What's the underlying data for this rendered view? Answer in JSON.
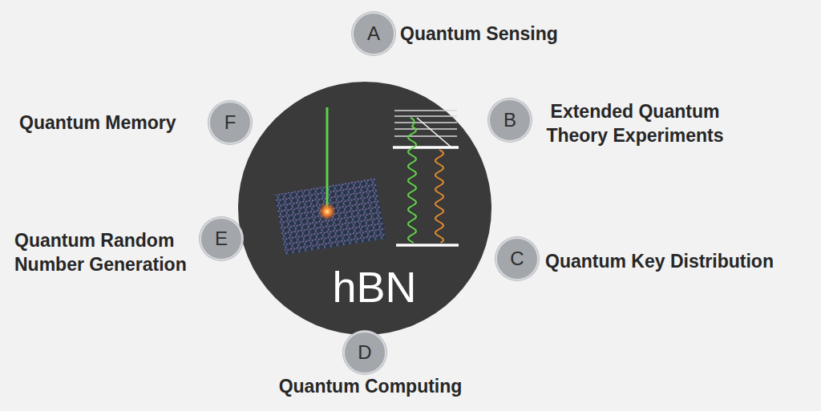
{
  "diagram": {
    "nodes": [
      {
        "text": [
          "hBN"
        ]
      },
      {
        "text": [
          "A",
          "Quantum Sensing"
        ]
      },
      {
        "text": [
          "B",
          "Extended Quantum Theory Experiments"
        ]
      },
      {
        "text": [
          "C",
          "Quantum Key Distribution"
        ]
      },
      {
        "text": [
          "D",
          "Quantum Computing"
        ]
      },
      {
        "text": [
          "E",
          "Quantum Random Number Generation"
        ]
      },
      {
        "text": [
          "F",
          "Quantum Memory"
        ]
      }
    ]
  }
}
